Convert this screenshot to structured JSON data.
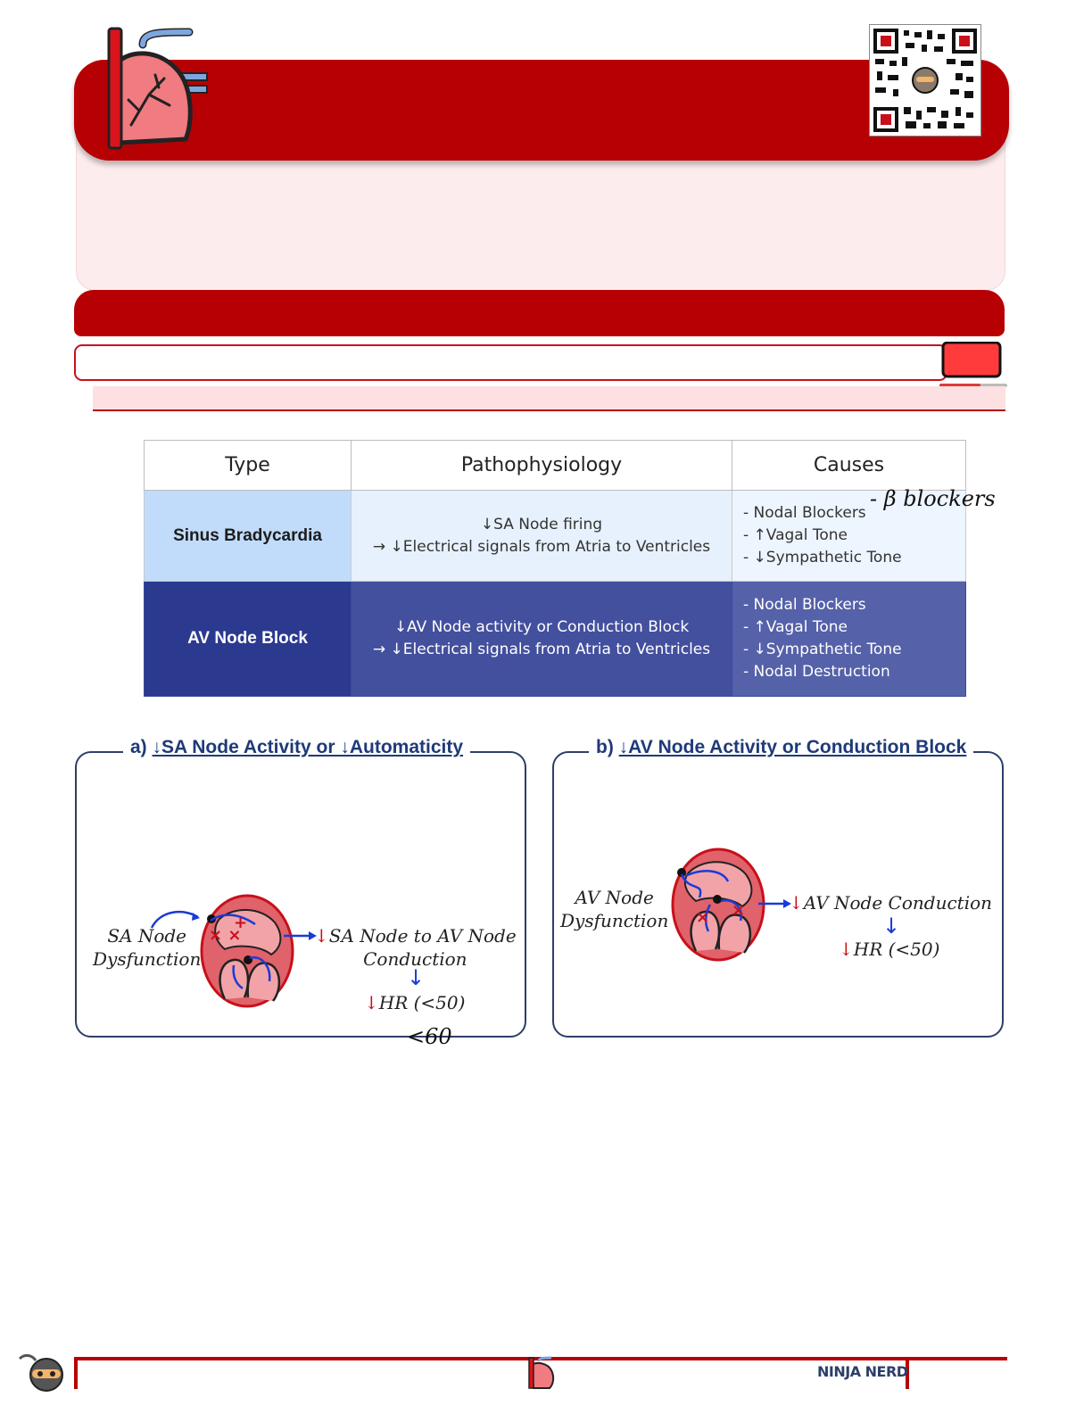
{
  "table": {
    "headers": [
      "Type",
      "Pathophysiology",
      "Causes"
    ],
    "rows": [
      {
        "type": "Sinus Bradycardia",
        "patho": [
          "↓SA Node firing",
          "→ ↓Electrical signals from Atria to Ventricles"
        ],
        "causes": [
          "- Nodal Blockers",
          "- ↑Vagal Tone",
          "- ↓Sympathetic Tone"
        ]
      },
      {
        "type": "AV Node Block",
        "patho": [
          "↓AV Node activity or Conduction Block",
          "→ ↓Electrical signals from Atria to Ventricles"
        ],
        "causes": [
          "- Nodal Blockers",
          "- ↑Vagal Tone",
          "- ↓Sympathetic Tone",
          "- Nodal Destruction"
        ]
      }
    ]
  },
  "annotations": {
    "beta_blockers": "- β blockers",
    "less_than_60": "<60"
  },
  "panel_a": {
    "prefix": "a)",
    "title": "↓SA Node Activity or ↓Automaticity",
    "left_label": [
      "SA Node",
      "Dysfunction"
    ],
    "right_label": [
      "SA Node to AV Node",
      "Conduction"
    ],
    "hr": "HR (<50)",
    "down_arrow": "↓"
  },
  "panel_b": {
    "prefix": "b)",
    "title": "↓AV Node Activity or Conduction Block",
    "left_label": [
      "AV Node",
      "Dysfunction"
    ],
    "right_label": "AV Node Conduction",
    "hr": "HR (<50)",
    "down_arrow": "↓"
  },
  "footer": {
    "brand": "NINJA NERD"
  },
  "colors": {
    "brand_red": "#b70004",
    "navy": "#2d3e68",
    "light_blue": "#c1dcfb",
    "dark_blue": "#2b3a8f"
  },
  "icons": {
    "header": "heart-icon",
    "qr": "qr-code",
    "subtitle_end": "screen-icon",
    "footer_left": "ninja-icon",
    "footer_center": "heart-icon"
  }
}
